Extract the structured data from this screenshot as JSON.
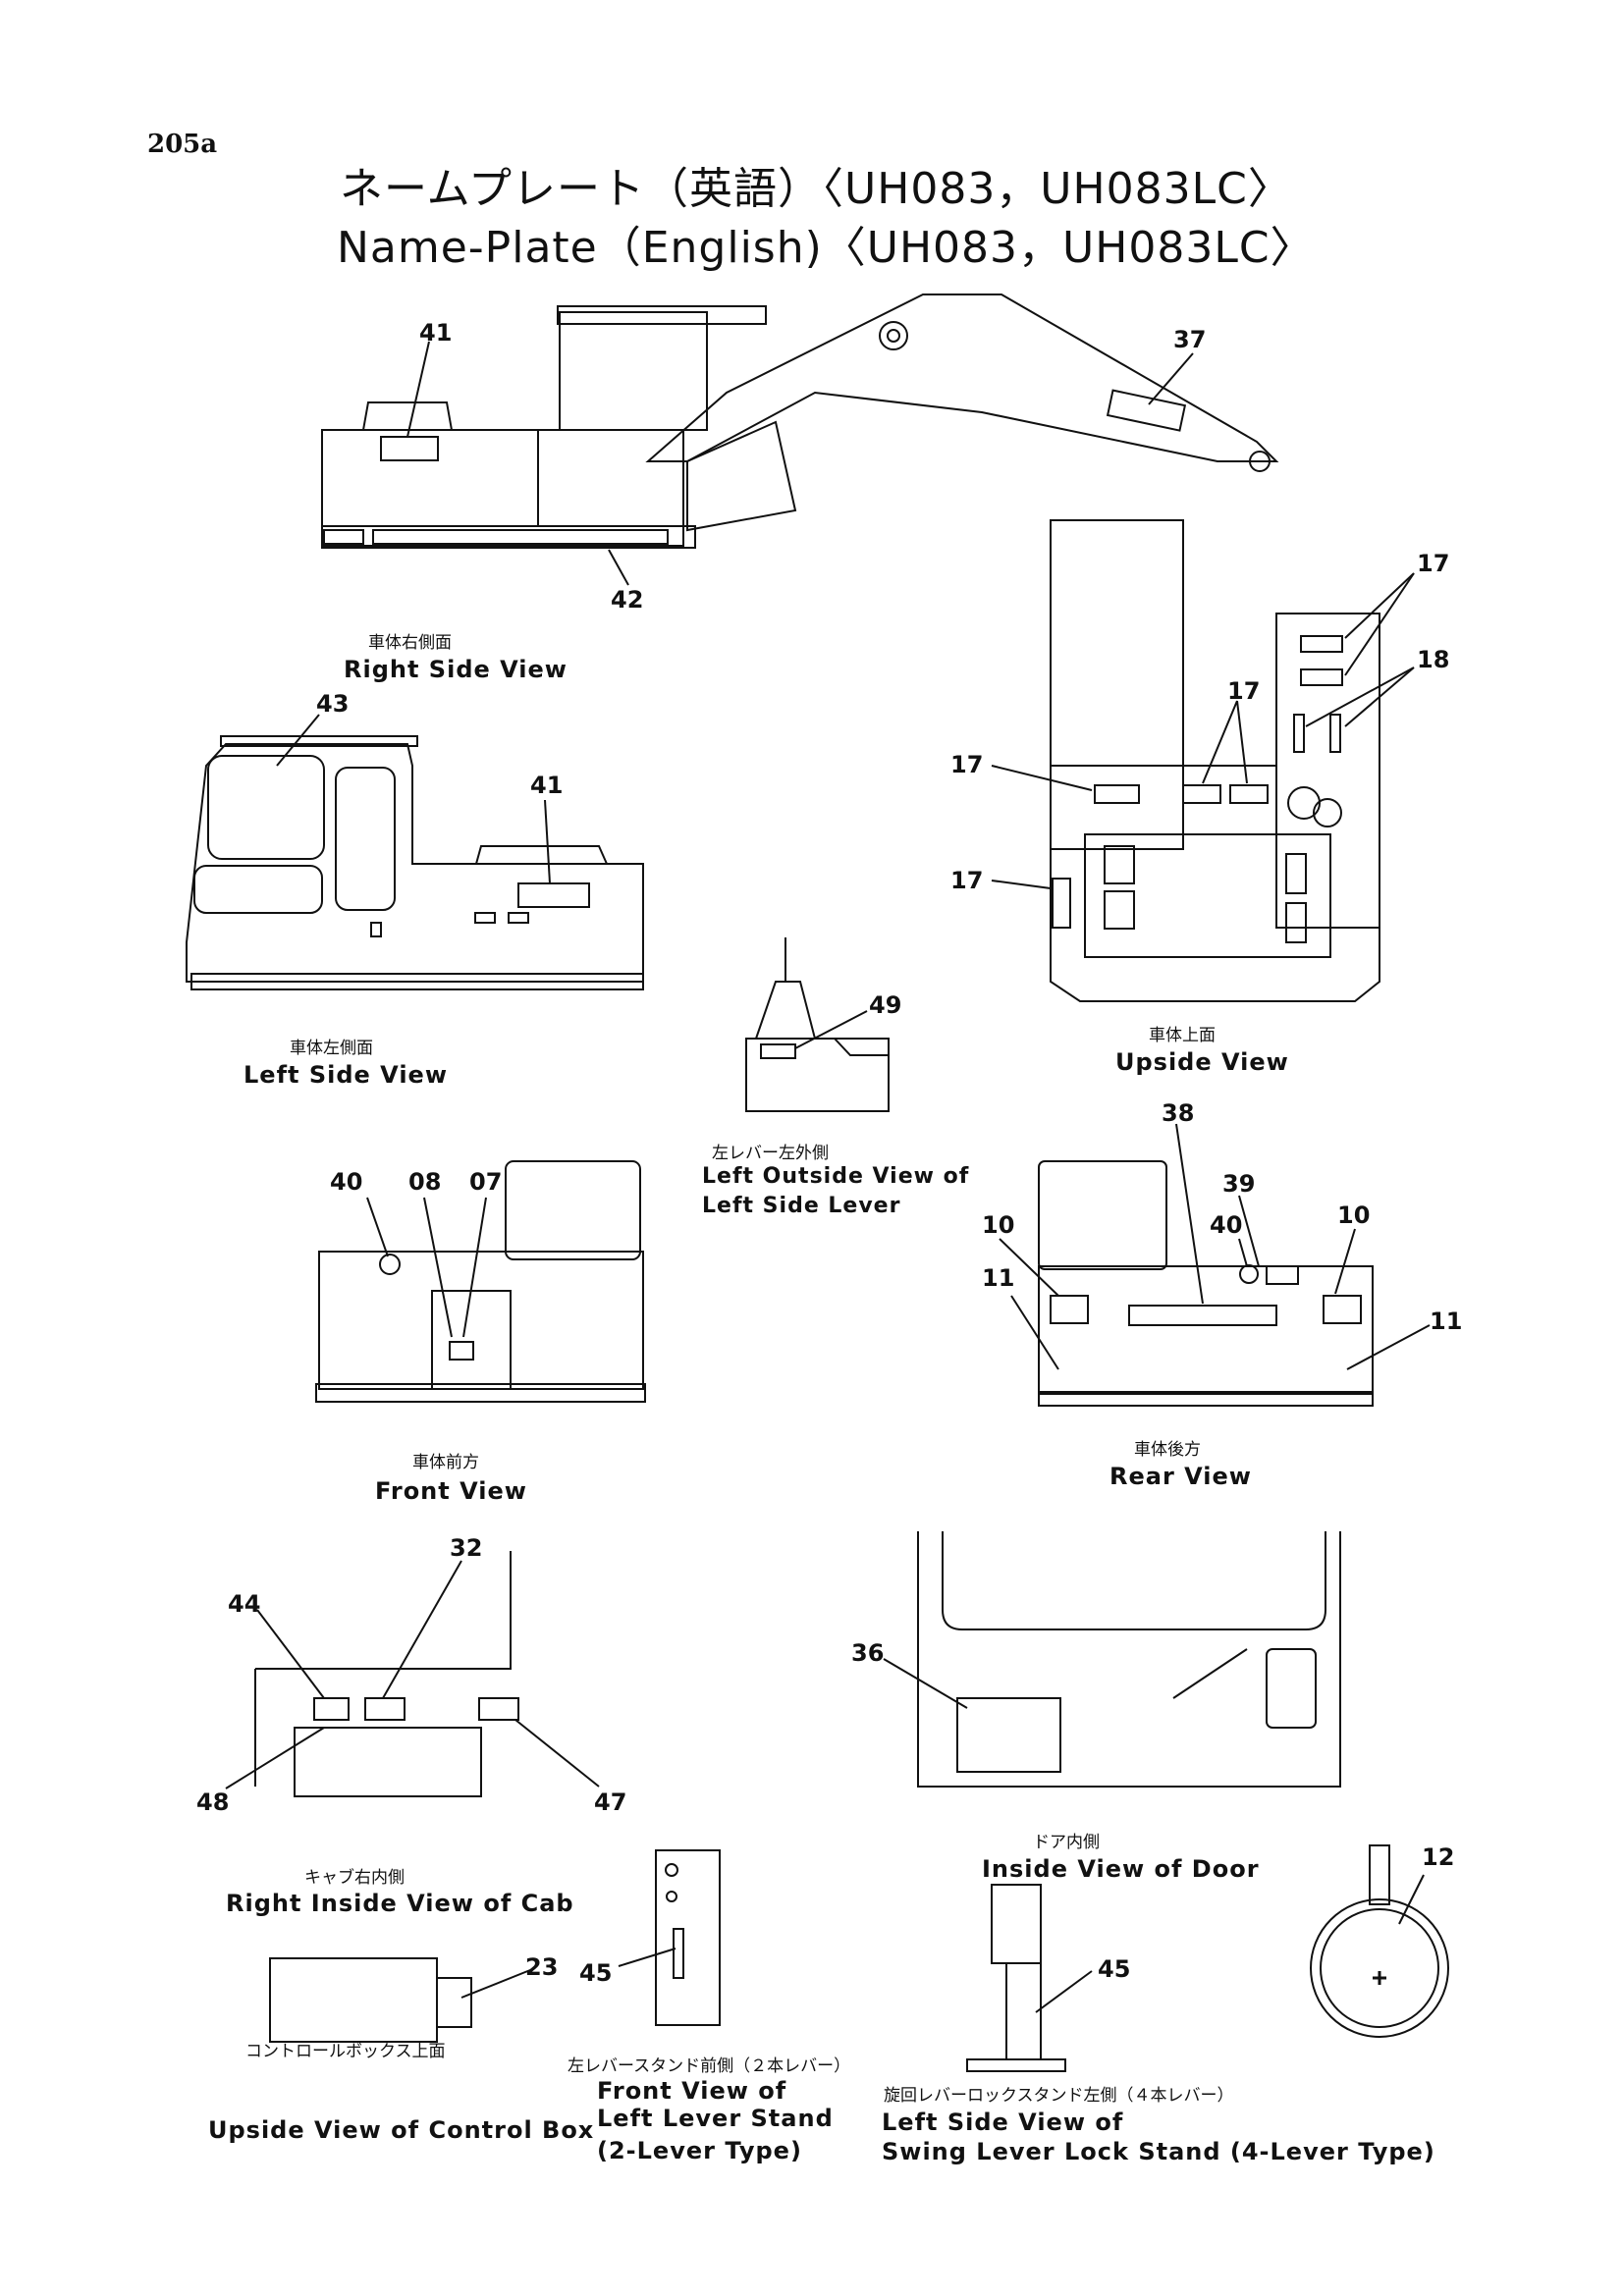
{
  "page_number": "205a",
  "title_jp": "ネームプレート（英語）〈UH083，UH083LC〉",
  "title_en": "Name-Plate（English)〈UH083，UH083LC〉",
  "views": {
    "right_side": {
      "jp": "車体右側面",
      "en": "Right Side View"
    },
    "left_side": {
      "jp": "車体左側面",
      "en": "Left Side View"
    },
    "upside": {
      "jp": "車体上面",
      "en": "Upside View"
    },
    "left_lever": {
      "jp": "左レバー左外側",
      "en1": "Left Outside View of",
      "en2": "Left Side Lever"
    },
    "front": {
      "jp": "車体前方",
      "en": "Front View"
    },
    "rear": {
      "jp": "車体後方",
      "en": "Rear View"
    },
    "cab": {
      "jp": "キャブ右内側",
      "en": "Right Inside View of Cab"
    },
    "door": {
      "jp": "ドア内側",
      "en": "Inside View of Door"
    },
    "control_box": {
      "jp": "コントロールボックス上面",
      "en": "Upside View of Control Box"
    },
    "lever_stand": {
      "jp": "左レバースタンド前側（２本レバー）",
      "en1": "Front View of",
      "en2": "Left Lever Stand",
      "en3": "(2-Lever Type)"
    },
    "swing_stand": {
      "jp": "旋回レバーロックスタンド左側（４本レバー）",
      "en1": "Left Side View of",
      "en2": "Swing Lever Lock Stand (4-Lever Type)"
    }
  },
  "callouts": {
    "c41a": "41",
    "c37": "37",
    "c42": "42",
    "c43": "43",
    "c41b": "41",
    "c17a": "17",
    "c18": "18",
    "c17b": "17",
    "c17c": "17",
    "c17d": "17",
    "c49": "49",
    "c38": "38",
    "c40a": "40",
    "c08": "08",
    "c07": "07",
    "c39": "39",
    "c10a": "10",
    "c40b": "40",
    "c10b": "10",
    "c11a": "11",
    "c11b": "11",
    "c32": "32",
    "c44": "44",
    "c36": "36",
    "c48": "48",
    "c47": "47",
    "c12": "12",
    "c23": "23",
    "c45a": "45",
    "c45b": "45"
  }
}
